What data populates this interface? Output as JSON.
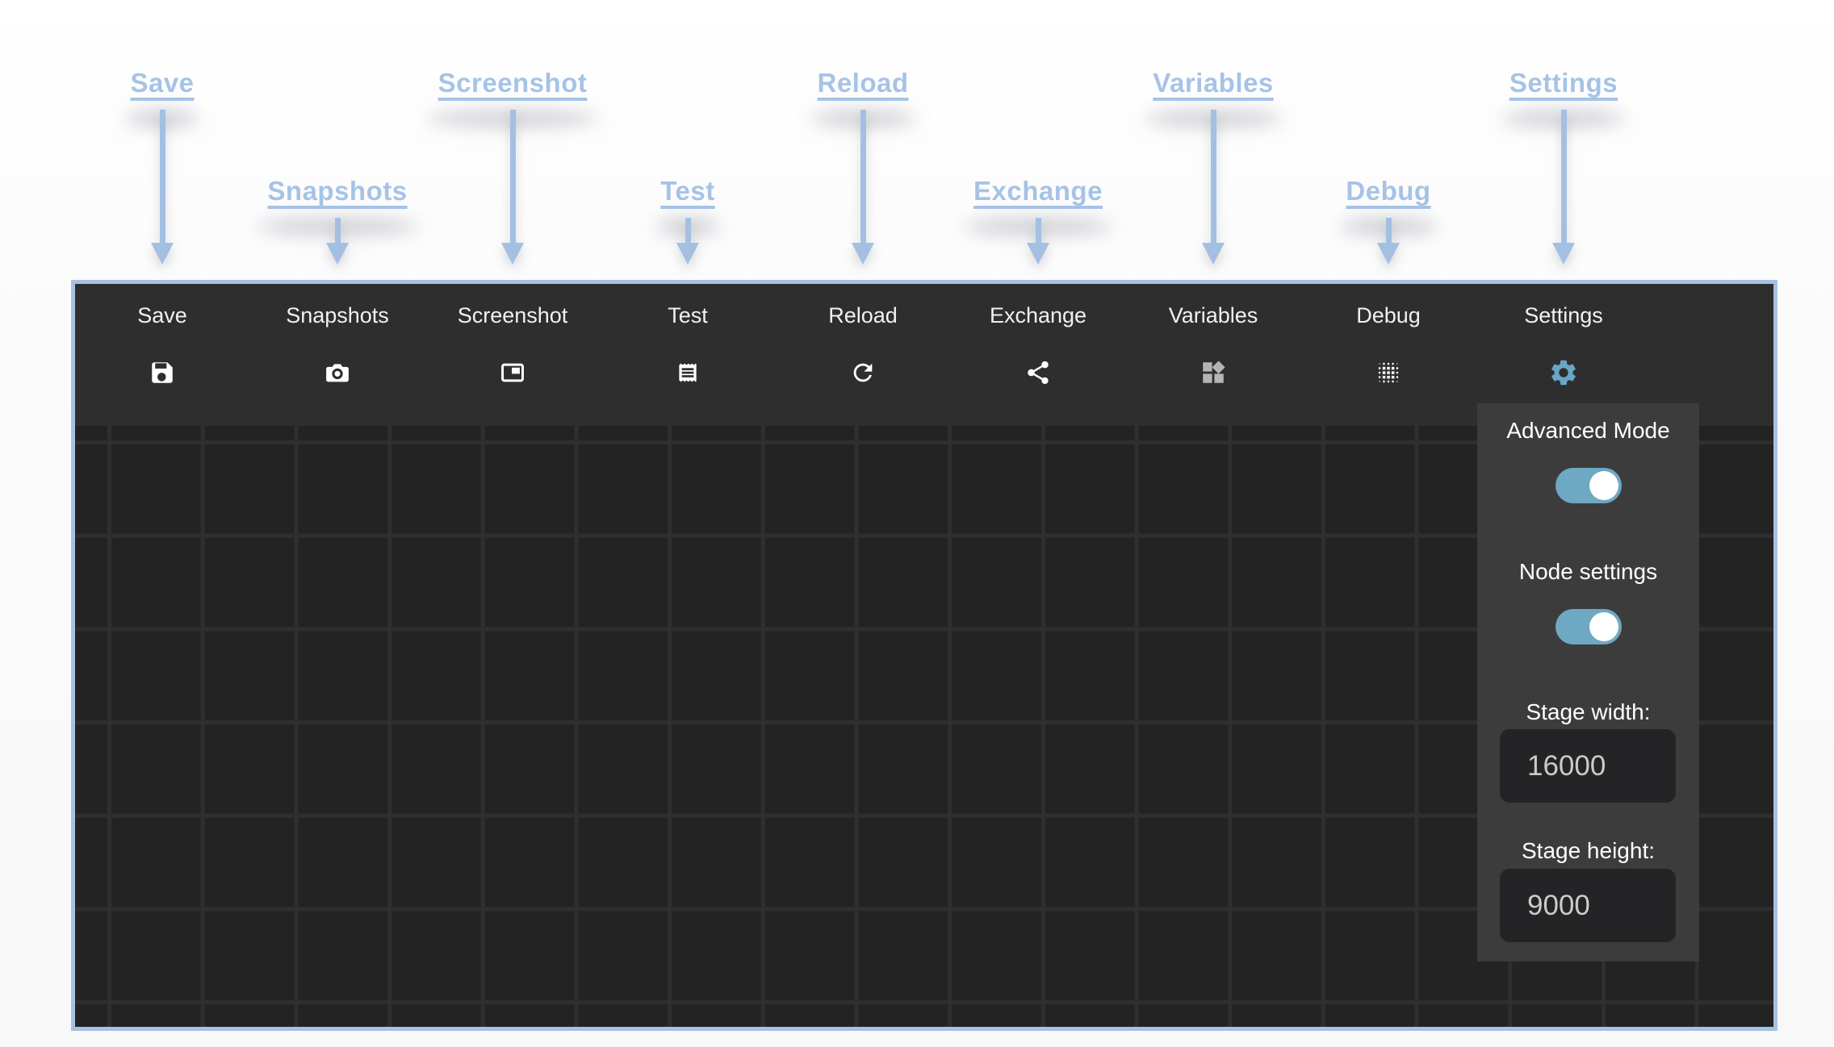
{
  "annotations": {
    "color": "#a6c3e6",
    "items": [
      {
        "label": "Save"
      },
      {
        "label": "Snapshots"
      },
      {
        "label": "Screenshot"
      },
      {
        "label": "Test"
      },
      {
        "label": "Reload"
      },
      {
        "label": "Exchange"
      },
      {
        "label": "Variables"
      },
      {
        "label": "Debug"
      },
      {
        "label": "Settings"
      }
    ]
  },
  "toolbar": {
    "background": "#2e2e2e",
    "icon_colors": {
      "default": "#ffffff",
      "variables": "#b5b5b5",
      "settings": "#69a5c4"
    },
    "items": [
      {
        "label": "Save",
        "icon": "save-icon"
      },
      {
        "label": "Snapshots",
        "icon": "camera-icon"
      },
      {
        "label": "Screenshot",
        "icon": "picture-in-picture-icon"
      },
      {
        "label": "Test",
        "icon": "receipt-icon"
      },
      {
        "label": "Reload",
        "icon": "refresh-icon"
      },
      {
        "label": "Exchange",
        "icon": "share-icon"
      },
      {
        "label": "Variables",
        "icon": "widgets-icon"
      },
      {
        "label": "Debug",
        "icon": "dot-grid-icon"
      },
      {
        "label": "Settings",
        "icon": "gear-icon"
      }
    ]
  },
  "settings_panel": {
    "background": "#3c3c3c",
    "toggle_color": "#6fa8c2",
    "advanced_mode_label": "Advanced Mode",
    "advanced_mode_state": "on",
    "node_settings_label": "Node settings",
    "node_settings_state": "on",
    "stage_width_label": "Stage width:",
    "stage_width_value": "16000",
    "stage_height_label": "Stage height:",
    "stage_height_value": "9000"
  },
  "canvas": {
    "border_color": "#a6c2e2",
    "background": "#232323",
    "grid_line_color": "#2f2f31"
  }
}
